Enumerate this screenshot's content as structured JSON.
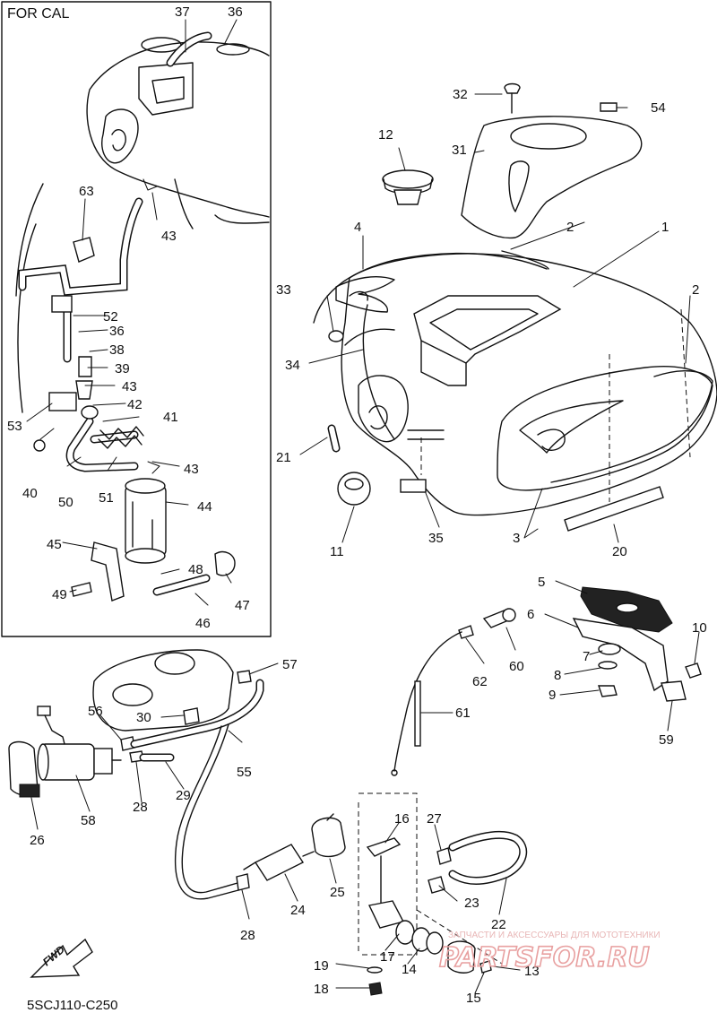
{
  "inset": {
    "title": "FOR CAL"
  },
  "diagram_code": "5SCJ110-C250",
  "direction_label": "FWD",
  "watermark": {
    "tagline": "ЗАПЧАСТИ И АКСЕССУАРЫ ДЛЯ МОТОТЕХНИКИ",
    "site": "PARTSFOR.RU"
  },
  "callouts": {
    "c1": "1",
    "c2a": "2",
    "c2b": "2",
    "c3": "3",
    "c4": "4",
    "c5": "5",
    "c6": "6",
    "c7": "7",
    "c8": "8",
    "c9": "9",
    "c10": "10",
    "c11": "11",
    "c12": "12",
    "c13": "13",
    "c14": "14",
    "c15": "15",
    "c16": "16",
    "c17": "17",
    "c18": "18",
    "c19": "19",
    "c20": "20",
    "c21": "21",
    "c22": "22",
    "c23": "23",
    "c24": "24",
    "c25": "25",
    "c26": "26",
    "c27": "27",
    "c28a": "28",
    "c28b": "28",
    "c29": "29",
    "c30": "30",
    "c31": "31",
    "c32": "32",
    "c33": "33",
    "c34": "34",
    "c35": "35",
    "c36a": "36",
    "c36b": "36",
    "c37": "37",
    "c38": "38",
    "c39": "39",
    "c40": "40",
    "c41": "41",
    "c42": "42",
    "c43a": "43",
    "c43b": "43",
    "c43c": "43",
    "c44": "44",
    "c45": "45",
    "c46": "46",
    "c47": "47",
    "c48": "48",
    "c49": "49",
    "c50": "50",
    "c51": "51",
    "c52": "52",
    "c53": "53",
    "c54": "54",
    "c55": "55",
    "c56": "56",
    "c57": "57",
    "c58": "58",
    "c59": "59",
    "c60": "60",
    "c61": "61",
    "c62": "62",
    "c63": "63"
  }
}
